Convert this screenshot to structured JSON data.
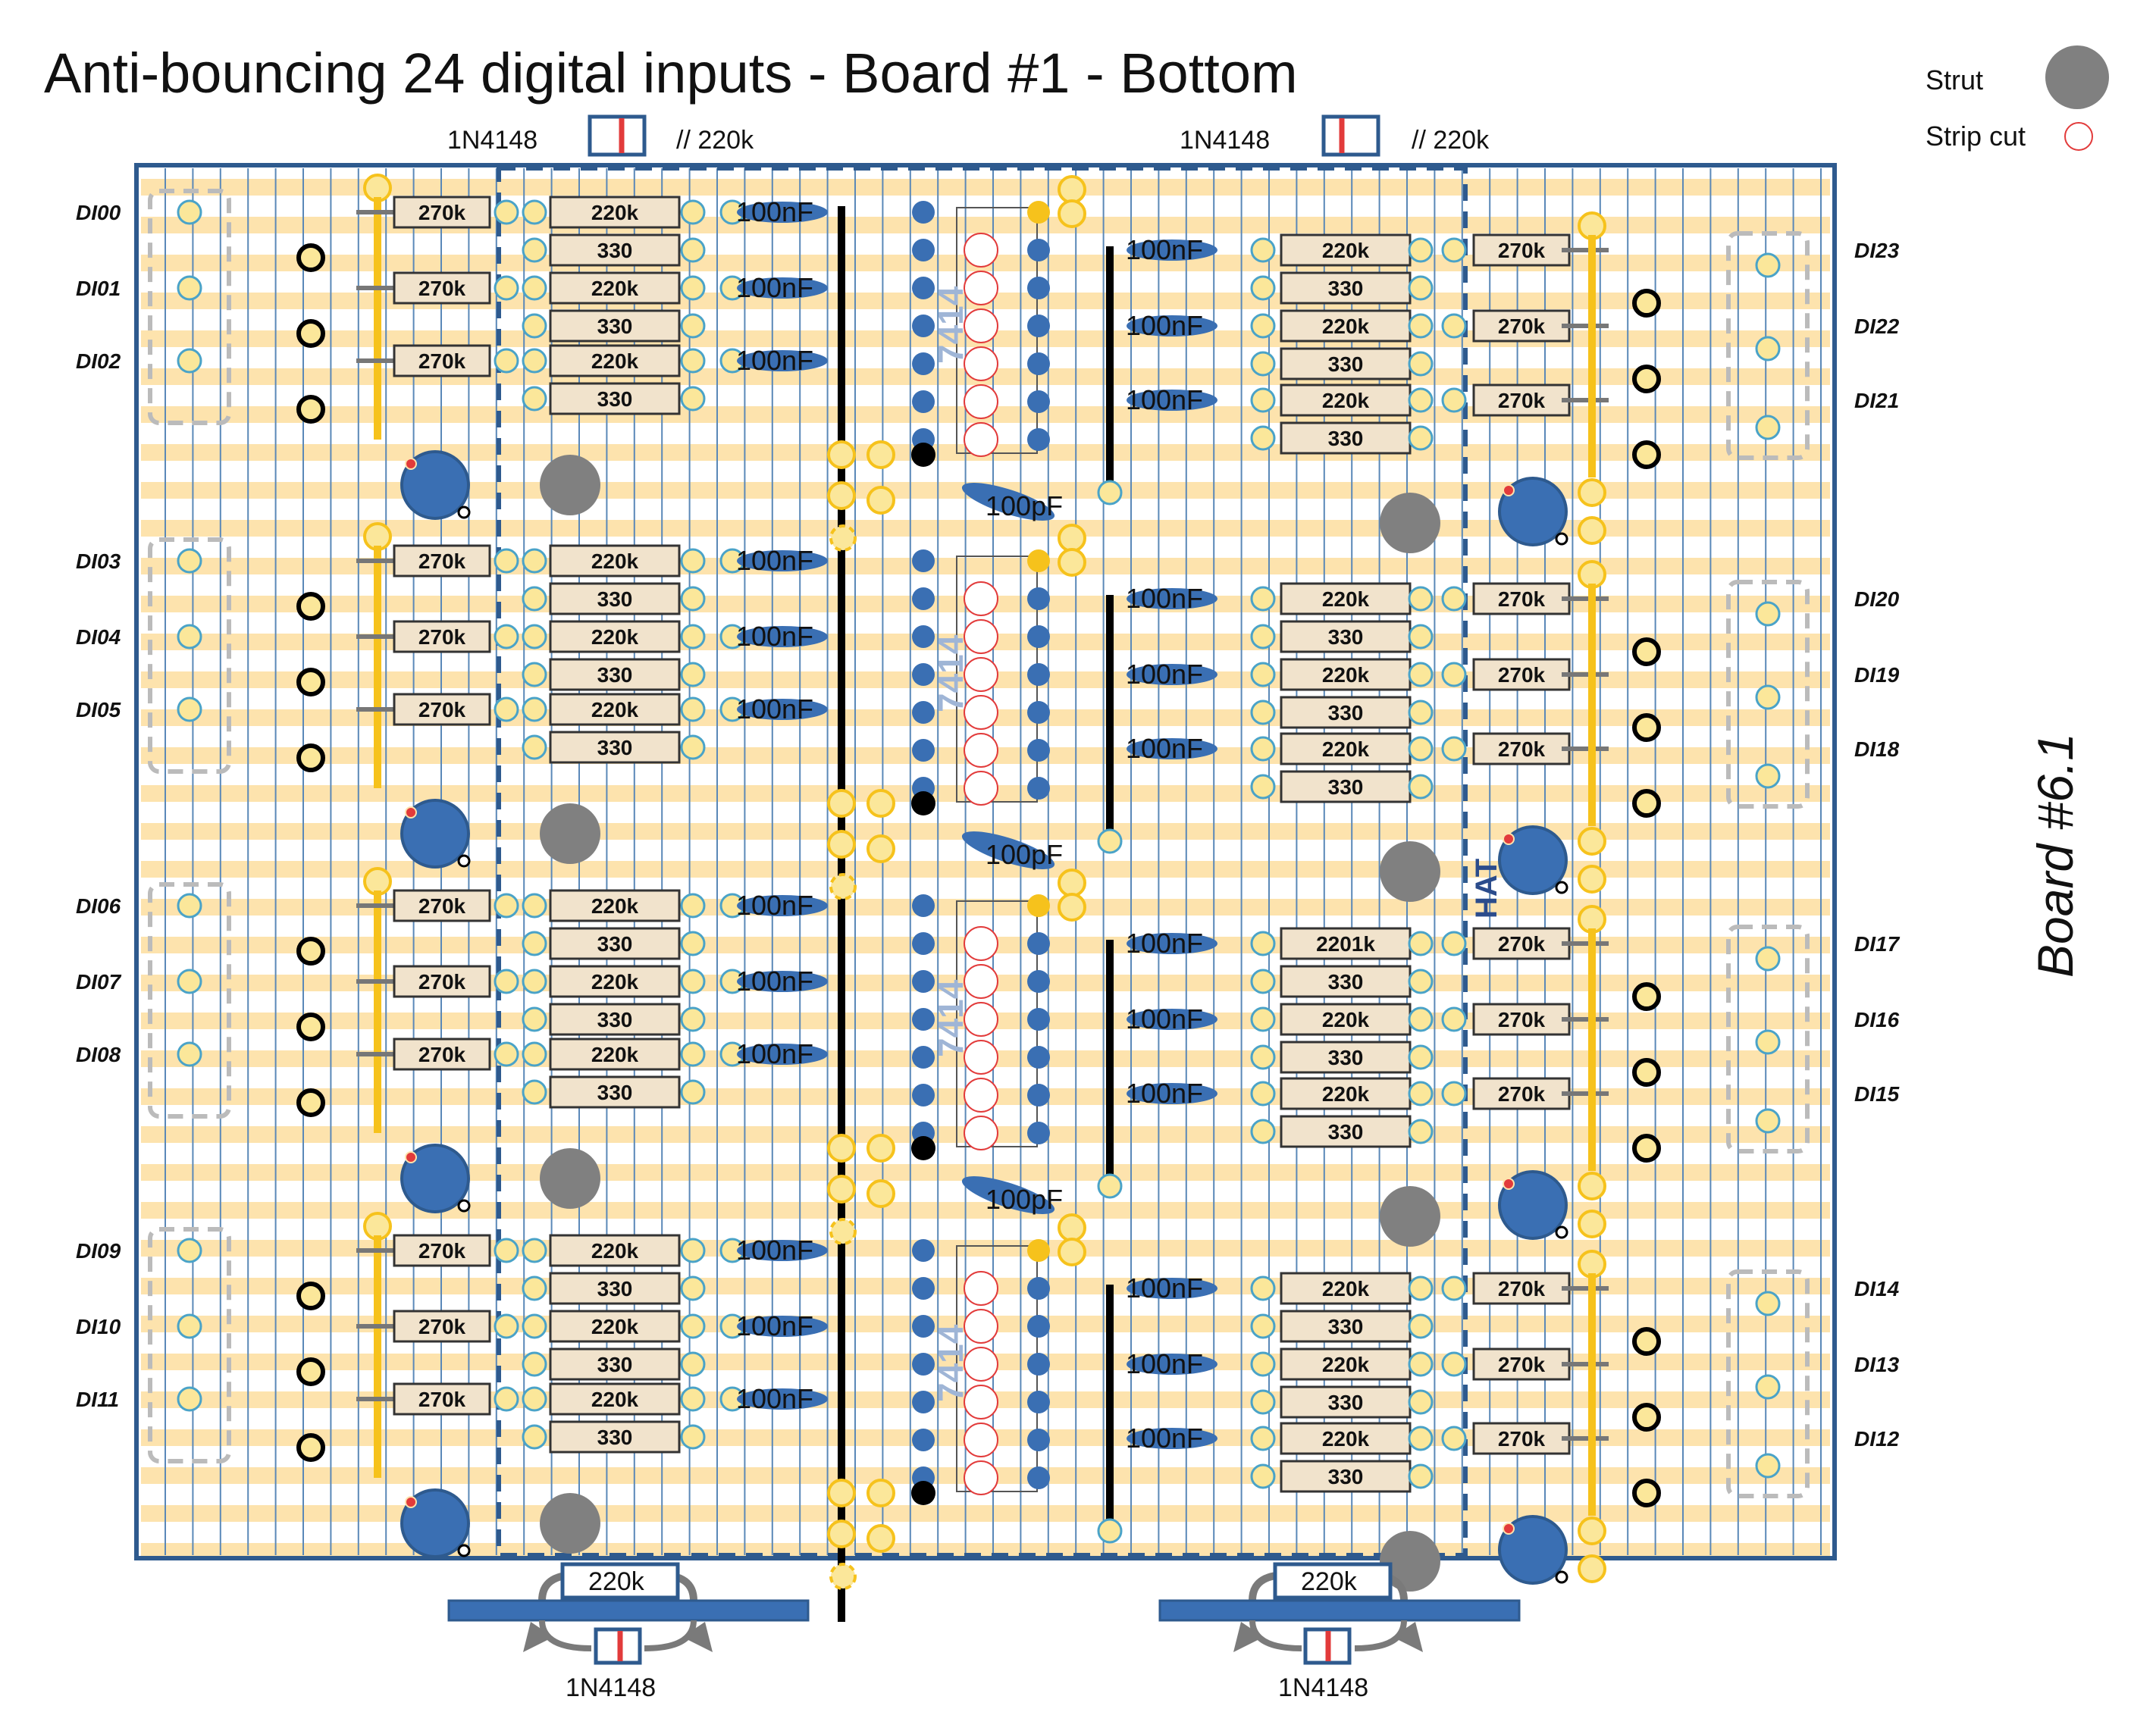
{
  "title": "Anti-bouncing  24 digital inputs - Board #1 - Bottom",
  "side_label": "Board #6.1",
  "legend": {
    "strut": "Strut",
    "strip_cut": "Strip cut"
  },
  "top_labels": {
    "diode": "1N4148",
    "parallel": "// 220k"
  },
  "bottom_labels": {
    "resistor": "220k",
    "diode": "1N4148"
  },
  "hat_label": "HAT",
  "ic_label": "7414",
  "left_inputs": [
    "DI00",
    "DI01",
    "DI02",
    "DI03",
    "DI04",
    "DI05",
    "DI06",
    "DI07",
    "DI08",
    "DI09",
    "DI10",
    "DI11"
  ],
  "right_inputs": [
    "DI23",
    "DI22",
    "DI21",
    "DI20",
    "DI19",
    "DI18",
    "DI17",
    "DI16",
    "DI15",
    "DI14",
    "DI13",
    "DI12"
  ],
  "components": {
    "r270": "270k",
    "r220": "220k",
    "r330": "330",
    "c100n": "100nF",
    "c100p": "100pF",
    "r220_typo": "2201k"
  },
  "colors": {
    "board_border": "#2e5a8e",
    "strip": "#fde3ad",
    "track_line": "#5a88b8",
    "gold": "#f6c21c",
    "pad_fill": "#fbe79a",
    "pad_ring": "#4aa3c8",
    "blue_component": "#3a6fb3",
    "strut": "#808080",
    "cut": "#e23b3b"
  }
}
